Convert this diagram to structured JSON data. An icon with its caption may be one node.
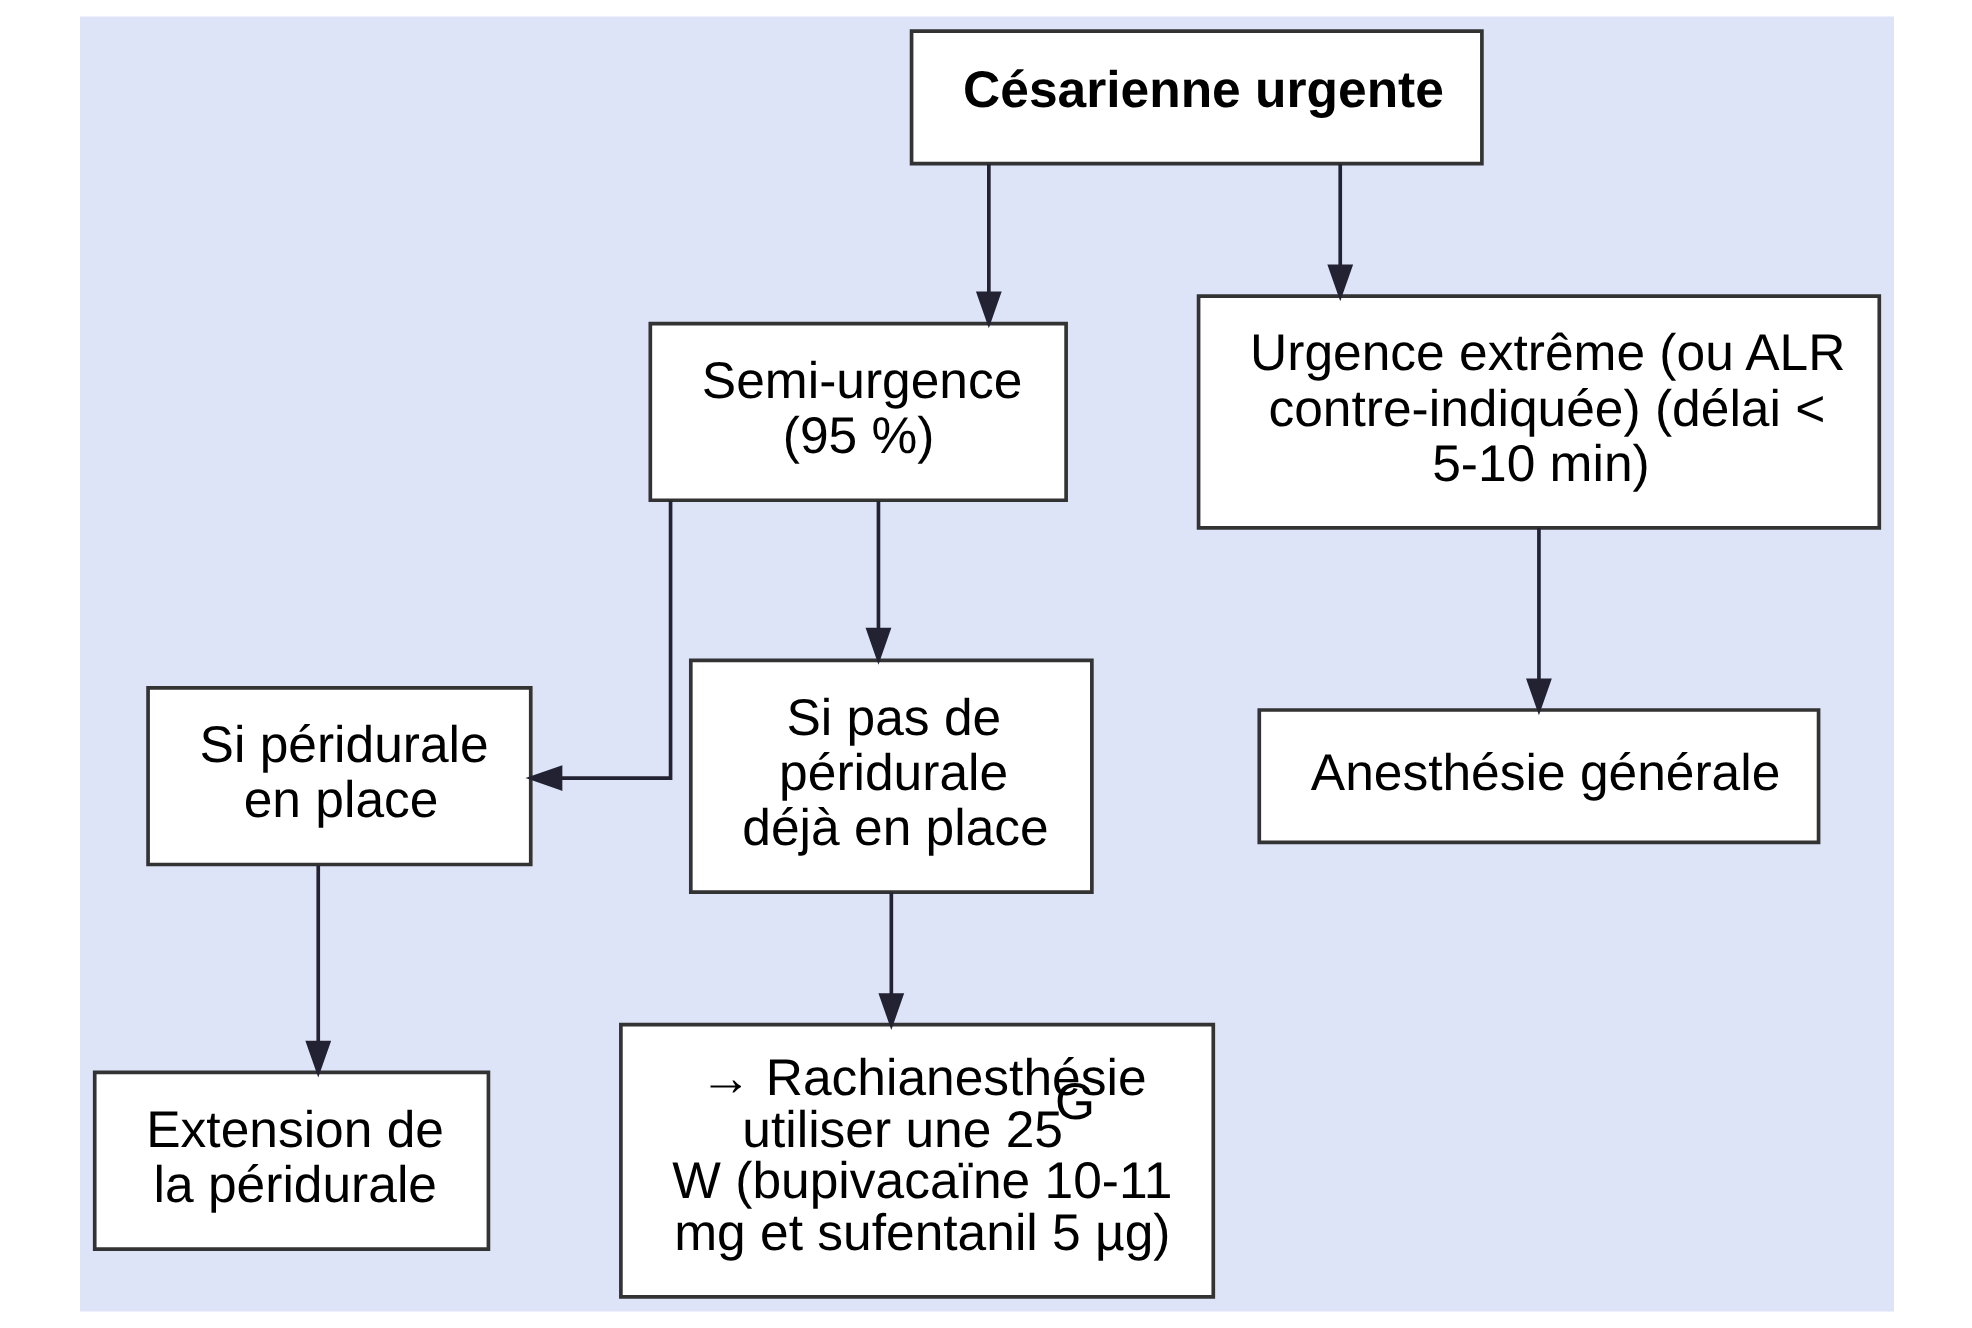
{
  "diagram": {
    "nodes": [
      {
        "text": [
          "Césarienne urgente"
        ]
      },
      {
        "text": [
          "Semi-urgence (95 %)"
        ]
      },
      {
        "text": [
          "Urgence extrême (ou ALR contre-indiquée) (délai < 5-10 min)"
        ]
      },
      {
        "text": [
          "Si péridurale en place"
        ]
      },
      {
        "text": [
          "Si pas de péridurale déjà en place"
        ]
      },
      {
        "text": [
          "Anesthésie générale"
        ]
      },
      {
        "text": [
          "Extension de la péridurale"
        ]
      },
      {
        "text": [
          "→ Rachianesthésie utiliser une 25$^{G}$ W (bupivacaïne 10-11 mg et sufentanil 5 µg)"
        ]
      }
    ],
    "edges": [
      {
        "from": 0,
        "to": 1,
        "arrow": "to"
      },
      {
        "from": 0,
        "to": 2,
        "arrow": "to"
      },
      {
        "from": 1,
        "to": 3,
        "arrow": "to"
      },
      {
        "from": 1,
        "to": 4,
        "arrow": "to"
      },
      {
        "from": 2,
        "to": 5,
        "arrow": "to"
      },
      {
        "from": 3,
        "to": 6,
        "arrow": "to"
      },
      {
        "from": 4,
        "to": 7,
        "arrow": "to"
      }
    ]
  }
}
